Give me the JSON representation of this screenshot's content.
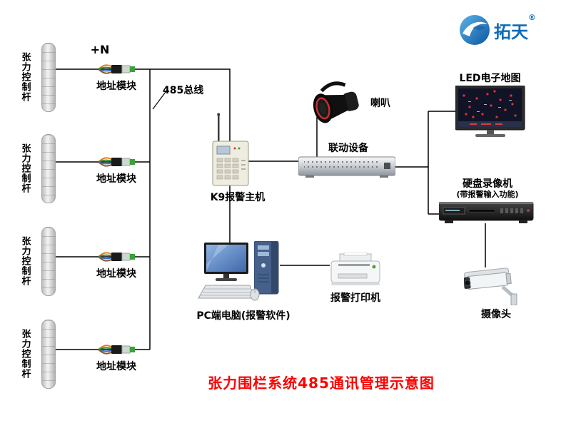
{
  "brand": {
    "name": "拓天",
    "registered": "®"
  },
  "title": {
    "text": "张力围栏系统485通讯管理示意图",
    "color": "#ff0000"
  },
  "annotations": {
    "plus_n": "+N",
    "bus_label": "485总线"
  },
  "nodes": {
    "pole": "张力控制杆",
    "address_module": "地址模块",
    "k9_host": "K9报警主机",
    "horn": "喇叭",
    "linkage": "联动设备",
    "led_map": "LED电子地图",
    "dvr": "硬盘录像机",
    "dvr_note": "(带报警输入功能)",
    "camera": "摄像头",
    "pc": "PC端电脑(报警软件)",
    "printer": "报警打印机"
  },
  "colors": {
    "brand_blue": "#0e6cb8",
    "line": "#000000",
    "title_red": "#ff0000"
  }
}
